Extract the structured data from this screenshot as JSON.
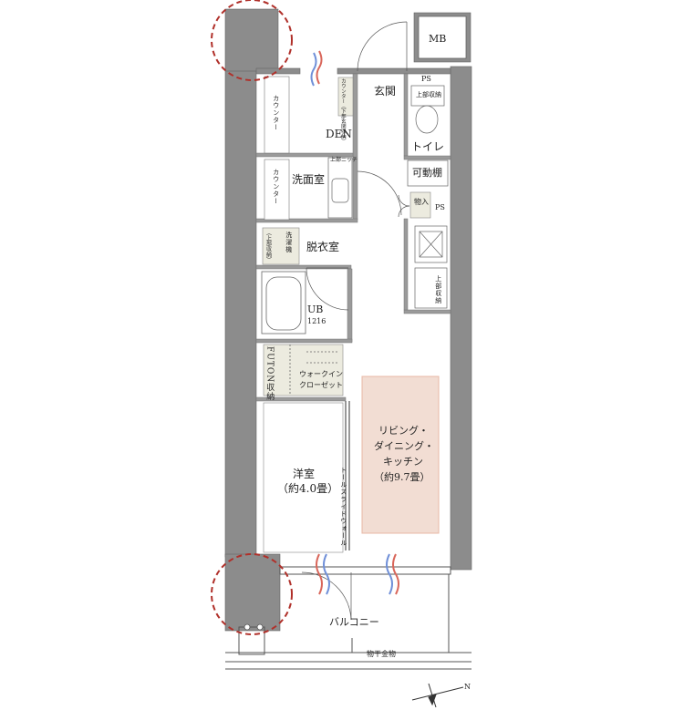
{
  "rooms": {
    "mb": "MB",
    "ps_top": "PS",
    "genkan": "玄関",
    "den": "DEN",
    "toilet": "トイレ",
    "kadoudana": "可動棚",
    "monoire": "物入",
    "ps_mid": "PS",
    "senmen": "洗面室",
    "datsui": "脱衣室",
    "ub": "UB",
    "ub_size": "1216",
    "walkin_line1": "ウォークイン",
    "walkin_line2": "クローゼット",
    "futon": "FUTON収納",
    "youshitsu_line1": "洋室",
    "youshitsu_line2": "（約4.0畳）",
    "ldk_line1": "リビング・",
    "ldk_line2": "ダイニング・",
    "ldk_line3": "キッチン",
    "ldk_line4": "（約9.7畳）",
    "balcony": "バルコニー",
    "monohoshi": "物干金物",
    "north": "N"
  },
  "fixtures": {
    "counter_left_1": "カウンター",
    "counter_left_2": "カウンター",
    "counter_genkan": "カウンター（下部玄関収納）",
    "jobu_shuno_toilet": "上部収納",
    "jobu_niche": "上部ニッチ",
    "jobu_shuno_left_line1": "（上部収納）",
    "sentakuki": "洗濯機",
    "jobu_shuno_kitchen": "上部収納",
    "slide_wall": "トールスライドウォール"
  },
  "colors": {
    "wall": "#8c8c8c",
    "storage": "#ecebdf",
    "ldk_highlight": "#f2ddd3",
    "ldk_highlight_border": "#e8b8a6",
    "airflow_red": "#d9665a",
    "airflow_blue": "#6f8fd8",
    "column_mark": "#b0302a"
  }
}
